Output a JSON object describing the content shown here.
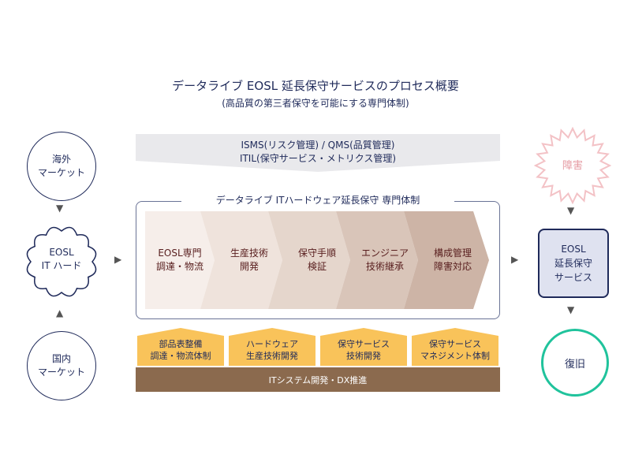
{
  "title": "データライブ EOSL 延長保守サービスのプロセス概要",
  "subtitle": "(高品質の第三者保守を可能にする専門体制)",
  "banner": {
    "line1": "ISMS(リスク管理) / QMS(品質管理)",
    "line2": "ITIL(保守サービス・メトリクス管理)"
  },
  "left": {
    "overseas_line1": "海外",
    "overseas_line2": "マーケット",
    "eosl_line1": "EOSL",
    "eosl_line2": "IT ハード",
    "domestic_line1": "国内",
    "domestic_line2": "マーケット"
  },
  "frame_label": "データライブ ITハードウェア延長保守 専門体制",
  "chevrons": [
    {
      "line1": "EOSL専門",
      "line2": "調達・物流"
    },
    {
      "line1": "生産技術",
      "line2": "開発"
    },
    {
      "line1": "保守手順",
      "line2": "検証"
    },
    {
      "line1": "エンジニア",
      "line2": "技術継承"
    },
    {
      "line1": "構成管理",
      "line2": "障害対応"
    }
  ],
  "foundations": [
    {
      "line1": "部品表整備",
      "line2": "調達・物流体制"
    },
    {
      "line1": "ハードウェア",
      "line2": "生産技術開発"
    },
    {
      "line1": "保守サービス",
      "line2": "技術開発"
    },
    {
      "line1": "保守サービス",
      "line2": "マネジメント体制"
    }
  ],
  "bottom_bar": "ITシステム開発・DX推進",
  "right": {
    "failure": "障害",
    "service_line1": "EOSL",
    "service_line2": "延長保守",
    "service_line3": "サービス",
    "recovery": "復旧"
  },
  "colors": {
    "navy": "#1f2a5a",
    "banner": "#e9e9ec",
    "chevron_shades": [
      "#f6eeea",
      "#efe3dc",
      "#e5d6cc",
      "#d9c5b9",
      "#cdb4a6"
    ],
    "foundation": "#f9c35a",
    "bar": "#8b6a4e",
    "failure_star": "#f3c2c6",
    "recovery_ring": "#20c39c",
    "service_box": "#dfe2f0"
  }
}
